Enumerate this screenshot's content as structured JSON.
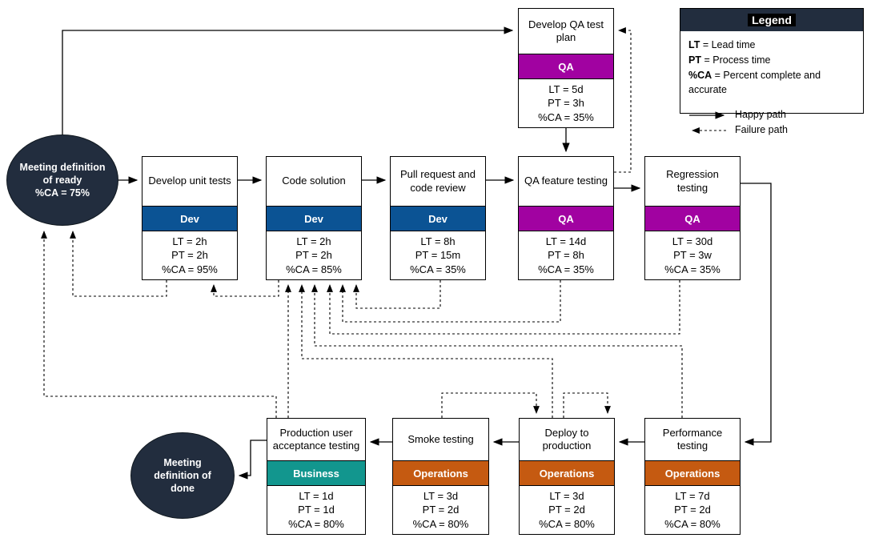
{
  "colors": {
    "dev": "#0B5394",
    "qa": "#A102A1",
    "operations": "#C55A11",
    "business": "#12968E",
    "dark": "#222D3E",
    "line": "#000000"
  },
  "terminals": [
    {
      "title": "Meeting definition of ready",
      "metric": "%CA = 75%"
    },
    {
      "title": "Meeting definition of done",
      "metric": ""
    }
  ],
  "processes": [
    {
      "title": "Develop QA test plan",
      "team": "QA",
      "lt": "LT = 5d",
      "pt": "PT = 3h",
      "ca": "%CA = 35%"
    },
    {
      "title": "Develop unit tests",
      "team": "Dev",
      "lt": "LT = 2h",
      "pt": "PT = 2h",
      "ca": "%CA = 95%"
    },
    {
      "title": "Code solution",
      "team": "Dev",
      "lt": "LT = 2h",
      "pt": "PT = 2h",
      "ca": "%CA = 85%"
    },
    {
      "title": "Pull request and code review",
      "team": "Dev",
      "lt": "LT = 8h",
      "pt": "PT = 15m",
      "ca": "%CA = 35%"
    },
    {
      "title": "QA feature testing",
      "team": "QA",
      "lt": "LT = 14d",
      "pt": "PT = 8h",
      "ca": "%CA = 35%"
    },
    {
      "title": "Regression testing",
      "team": "QA",
      "lt": "LT = 30d",
      "pt": "PT = 3w",
      "ca": "%CA = 35%"
    },
    {
      "title": "Production user acceptance testing",
      "team": "Business",
      "lt": "LT = 1d",
      "pt": "PT = 1d",
      "ca": "%CA = 80%"
    },
    {
      "title": "Smoke testing",
      "team": "Operations",
      "lt": "LT = 3d",
      "pt": "PT = 2d",
      "ca": "%CA = 80%"
    },
    {
      "title": "Deploy to production",
      "team": "Operations",
      "lt": "LT = 3d",
      "pt": "PT = 2d",
      "ca": "%CA = 80%"
    },
    {
      "title": "Performance testing",
      "team": "Operations",
      "lt": "LT = 7d",
      "pt": "PT = 2d",
      "ca": "%CA = 80%"
    }
  ],
  "legend": {
    "title": "Legend",
    "items": [
      {
        "abbr": "LT",
        "desc": "= Lead time"
      },
      {
        "abbr": "PT",
        "desc": "= Process time"
      },
      {
        "abbr": "%CA",
        "desc": "= Percent complete and accurate"
      }
    ],
    "paths": [
      {
        "label": "Happy path",
        "style": "solid"
      },
      {
        "label": "Failure path",
        "style": "dashed"
      }
    ]
  }
}
